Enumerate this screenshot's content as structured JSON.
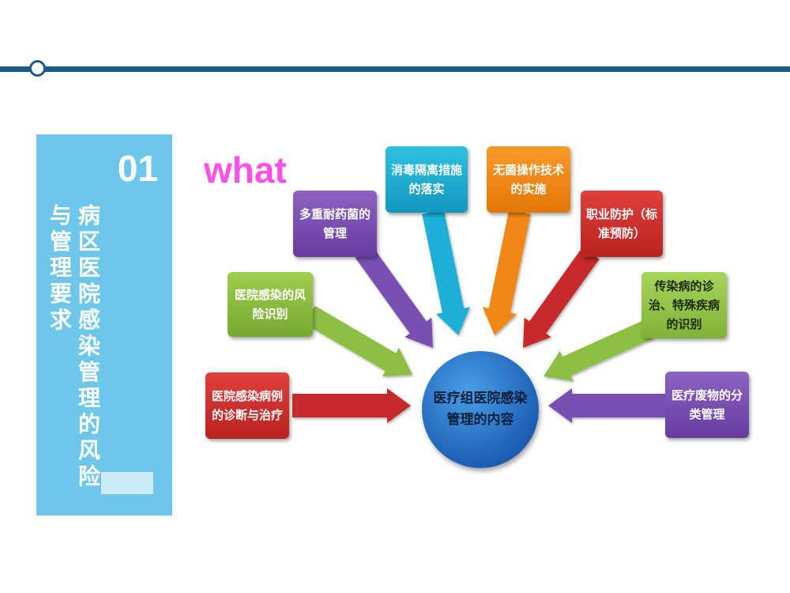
{
  "side_panel": {
    "number": "01",
    "line_1": "病区医院感染管理的风险",
    "line_2": "与管理要求"
  },
  "what_label": "what",
  "center_label": "医疗组医院感染管理的内容",
  "items": [
    {
      "label": "医院感染病例的诊断与治疗",
      "color": "#c62c2a"
    },
    {
      "label": "医院感染的风险识别",
      "color": "#8cbf42"
    },
    {
      "label": "多重耐药菌的管理",
      "color": "#7a4fb3"
    },
    {
      "label": "消毒隔离措施的落实",
      "color": "#1fb0d6"
    },
    {
      "label": "无菌操作技术的实施",
      "color": "#f08712"
    },
    {
      "label": "职业防护（标准预防）",
      "color": "#c62c2a"
    },
    {
      "label": "传染病的诊治、特殊疾病的识别",
      "color": "#8cbf42"
    },
    {
      "label": "医疗废物的分类管理",
      "color": "#7a4fb3"
    }
  ]
}
